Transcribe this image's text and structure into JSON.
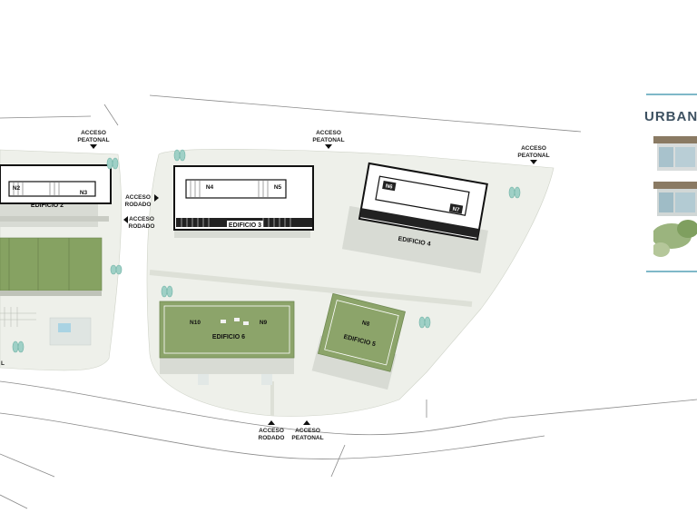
{
  "site_plan": {
    "access_labels": {
      "peatonal_1": [
        "ACCESO",
        "PEATONAL"
      ],
      "peatonal_2": [
        "ACCESO",
        "PEATONAL"
      ],
      "peatonal_3": [
        "ACCESO",
        "PEATONAL"
      ],
      "rodado_1": [
        "ACCESO",
        "RODADO"
      ],
      "rodado_2": [
        "ACCESO",
        "RODADO"
      ],
      "rodado_bottom": [
        "ACCESO",
        "RODADO"
      ],
      "peatonal_bottom": [
        "ACCESO",
        "PEATONAL"
      ]
    },
    "buildings": {
      "b2": "EDIFICIO 2",
      "b3": "EDIFICIO 3",
      "b4": "EDIFICIO 4",
      "b5": "EDIFICIO 5",
      "b6": "EDIFICIO 6"
    },
    "units": {
      "n2": "N2",
      "n3": "N3",
      "n4": "N4",
      "n5": "N5",
      "n6": "N6",
      "n7": "N7",
      "n8": "N8",
      "n9": "N9",
      "n10": "N10"
    },
    "edge_label": "L"
  },
  "sidebar": {
    "title": "URBAN",
    "accent_color": "#7fb8c8",
    "title_color": "#3d5161"
  },
  "colors": {
    "ground": "#eef0ea",
    "green_roof": "#8ca46a",
    "green_field": "#86a262",
    "road_line": "#8a8a8a",
    "tree": "#9fd0c6"
  }
}
